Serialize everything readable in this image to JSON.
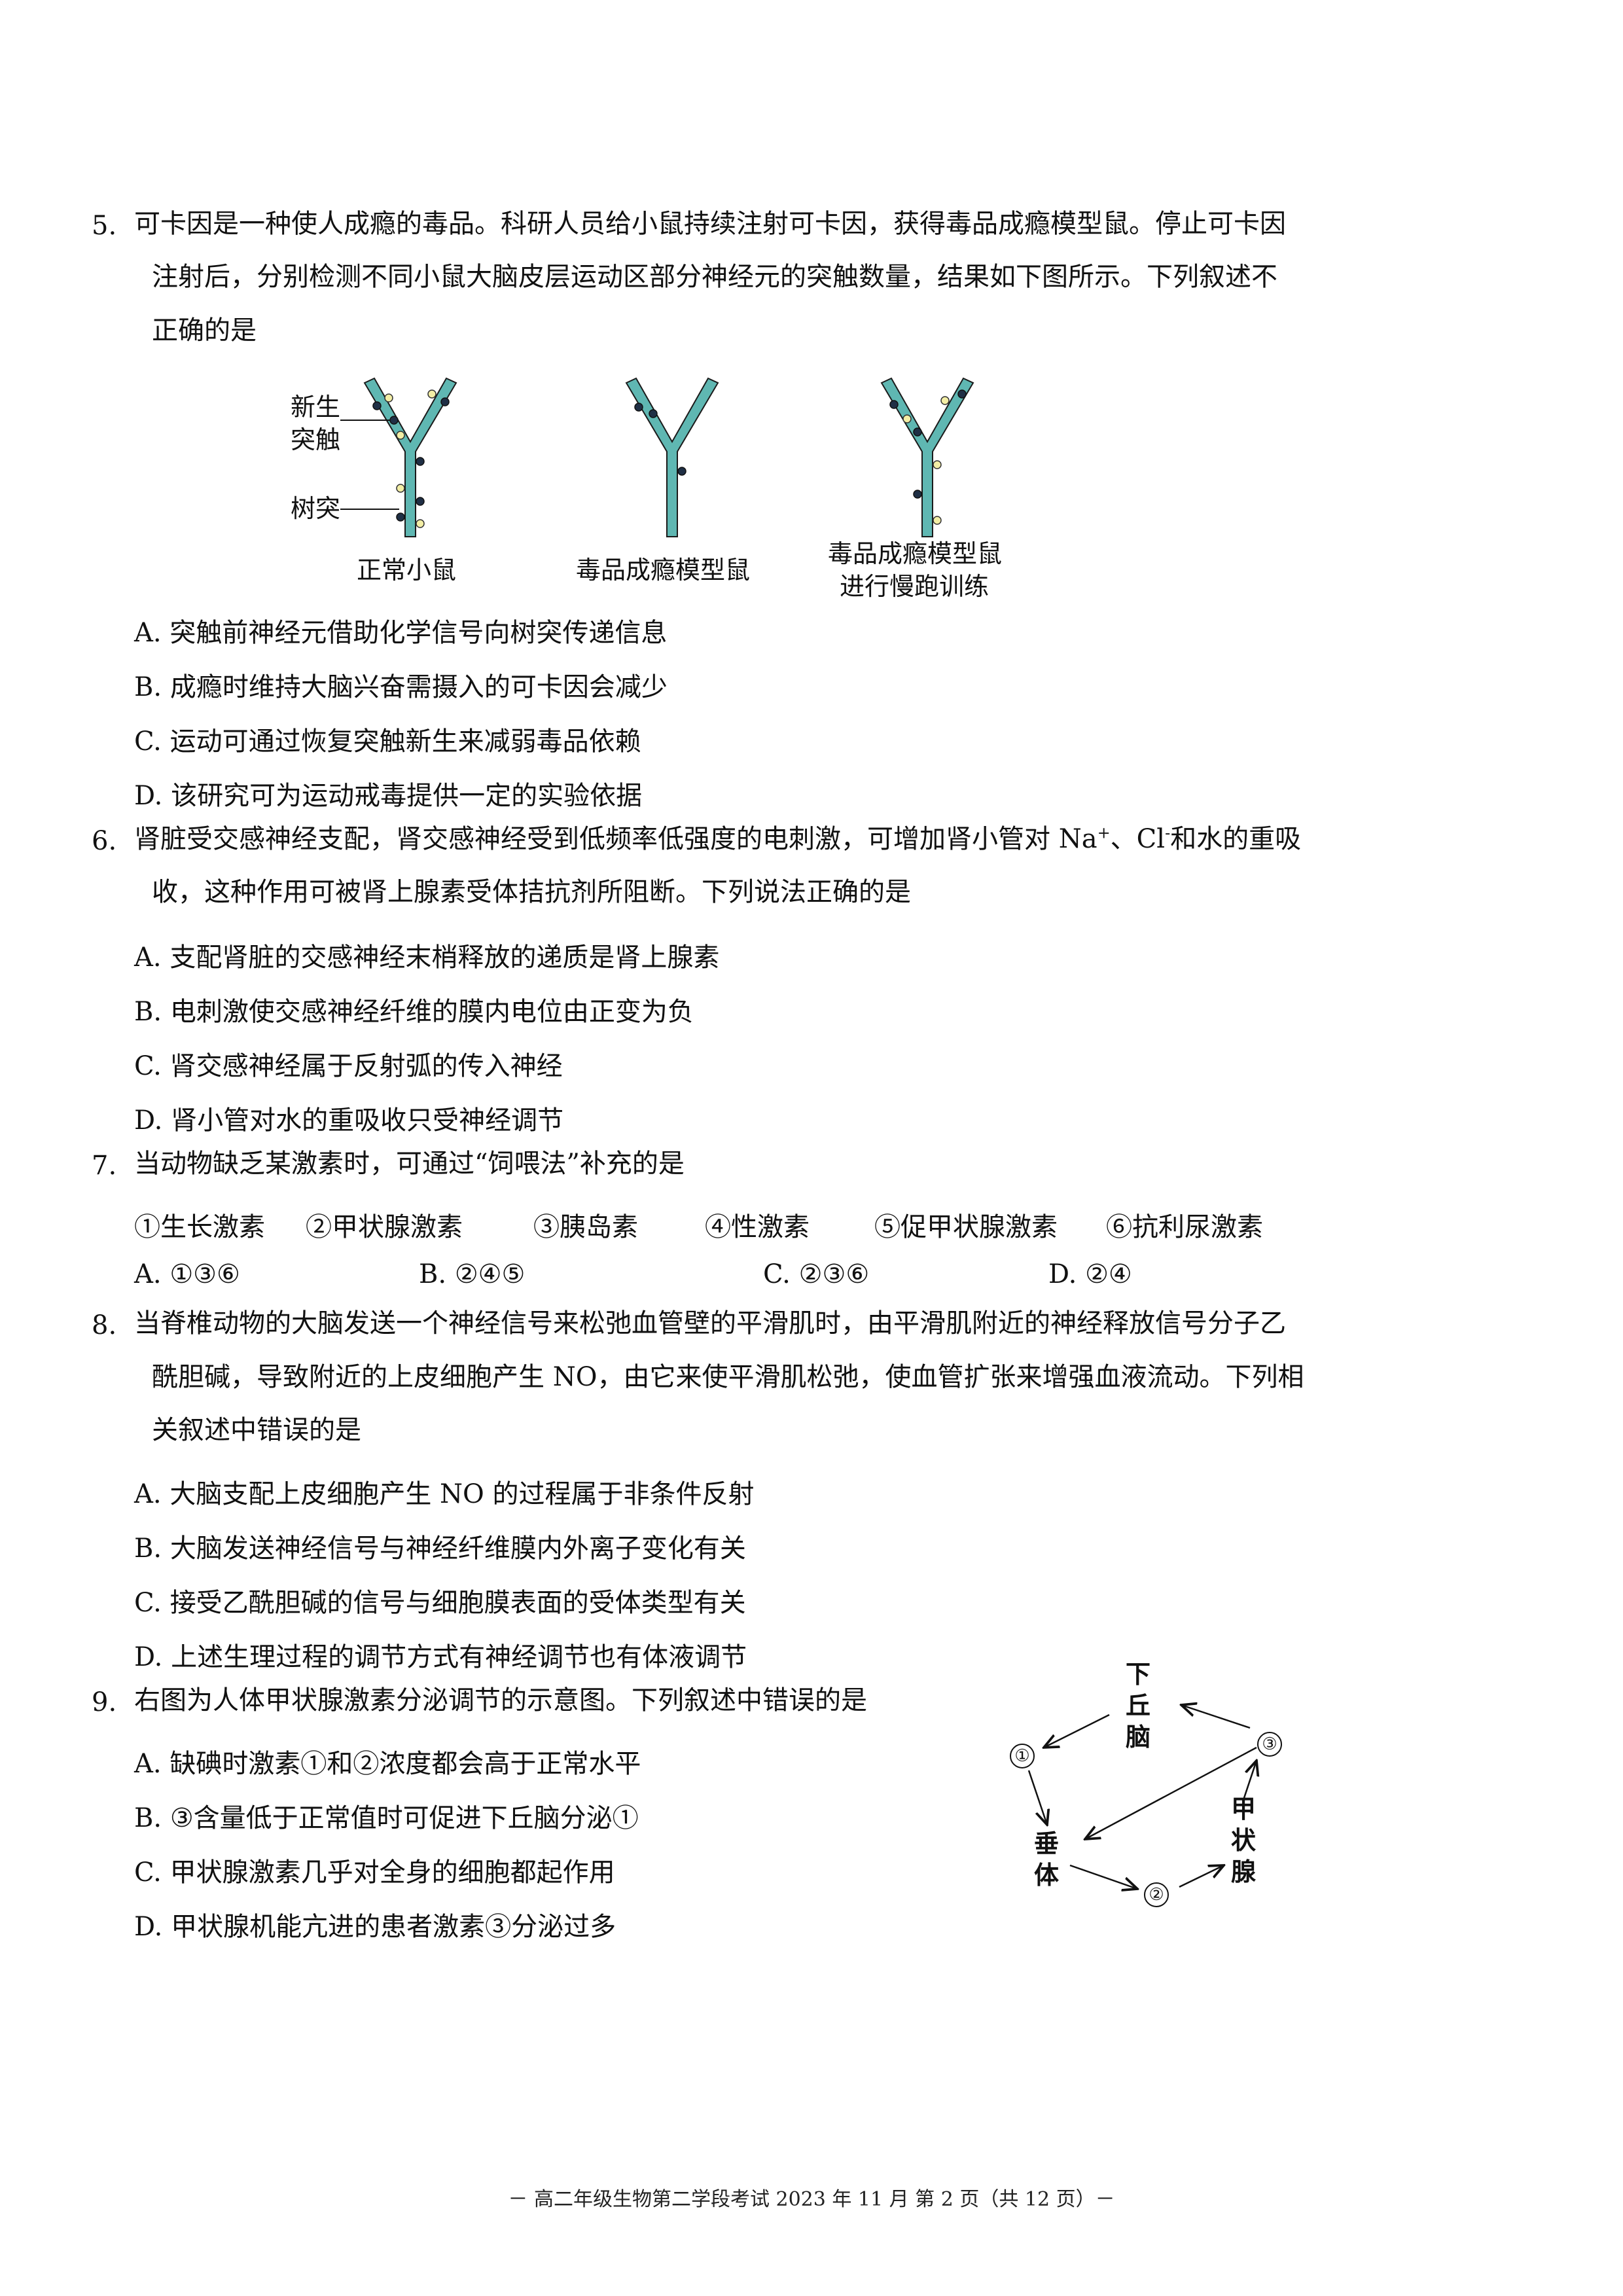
{
  "q5": {
    "num": "5.",
    "lines": [
      "可卡因是一种使人成瘾的毒品。科研人员给小鼠持续注射可卡因，获得毒品成瘾模型鼠。停止可卡因",
      "注射后，分别检测不同小鼠大脑皮层运动区部分神经元的突触数量，结果如下图所示。下列叙述不",
      "正确的是"
    ],
    "figure": {
      "label_synapse_1": "新生",
      "label_synapse_2": "突触",
      "label_dendrite": "树突",
      "captions": [
        "正常小鼠",
        "毒品成瘾模型鼠",
        "毒品成瘾模型鼠",
        "进行慢跑训练"
      ],
      "colors": {
        "dendrite": "#5fb7b2",
        "dot_dark": "#1f2f45",
        "dot_light": "#f3eea5"
      }
    },
    "options": [
      "A.  突触前神经元借助化学信号向树突传递信息",
      "B.  成瘾时维持大脑兴奋需摄入的可卡因会减少",
      "C.  运动可通过恢复突触新生来减弱毒品依赖",
      "D.  该研究可为运动戒毒提供一定的实验依据"
    ]
  },
  "q6": {
    "num": "6.",
    "line1_a": "肾脏受交感神经支配，肾交感神经受到低频率低强度的电刺激，可增加肾小管对 Na",
    "line1_sup1": "+",
    "line1_b": "、Cl",
    "line1_sup2": "-",
    "line1_c": "和水的重吸",
    "line2": "收，这种作用可被肾上腺素受体拮抗剂所阻断。下列说法正确的是",
    "options": [
      "A.  支配肾脏的交感神经末梢释放的递质是肾上腺素",
      "B.  电刺激使交感神经纤维的膜内电位由正变为负",
      "C.  肾交感神经属于反射弧的传入神经",
      "D.  肾小管对水的重吸收只受神经调节"
    ]
  },
  "q7": {
    "num": "7.",
    "line": "当动物缺乏某激素时，可通过“饲喂法”补充的是",
    "items": [
      "①生长激素",
      "②甲状腺激素",
      "③胰岛素",
      "④性激素",
      "⑤促甲状腺激素",
      "⑥抗利尿激素"
    ],
    "options": [
      "A.  ①③⑥",
      "B.  ②④⑤",
      "C.  ②③⑥",
      "D.  ②④"
    ]
  },
  "q8": {
    "num": "8.",
    "lines": [
      "当脊椎动物的大脑发送一个神经信号来松弛血管壁的平滑肌时，由平滑肌附近的神经释放信号分子乙",
      "酰胆碱，导致附近的上皮细胞产生 NO，由它来使平滑肌松弛，使血管扩张来增强血液流动。下列相",
      "关叙述中错误的是"
    ],
    "options": [
      "A.  大脑支配上皮细胞产生 NO 的过程属于非条件反射",
      "B.  大脑发送神经信号与神经纤维膜内外离子变化有关",
      "C.  接受乙酰胆碱的信号与细胞膜表面的受体类型有关",
      "D.  上述生理过程的调节方式有神经调节也有体液调节"
    ]
  },
  "q9": {
    "num": "9.",
    "line": "右图为人体甲状腺激素分泌调节的示意图。下列叙述中错误的是",
    "options": [
      "A.  缺碘时激素①和②浓度都会高于正常水平",
      "B.  ③含量低于正常值时可促进下丘脑分泌①",
      "C.  甲状腺激素几乎对全身的细胞都起作用",
      "D.  甲状腺机能亢进的患者激素③分泌过多"
    ],
    "diagram": {
      "hypothalamus": [
        "下",
        "丘",
        "脑"
      ],
      "pituitary": [
        "垂",
        "体"
      ],
      "thyroid": [
        "甲",
        "状",
        "腺"
      ],
      "h1": "①",
      "h2": "②",
      "h3": "③"
    }
  },
  "footer": "－ 高二年级生物第二学段考试 2023 年 11 月   第 2 页（共 12 页）－"
}
